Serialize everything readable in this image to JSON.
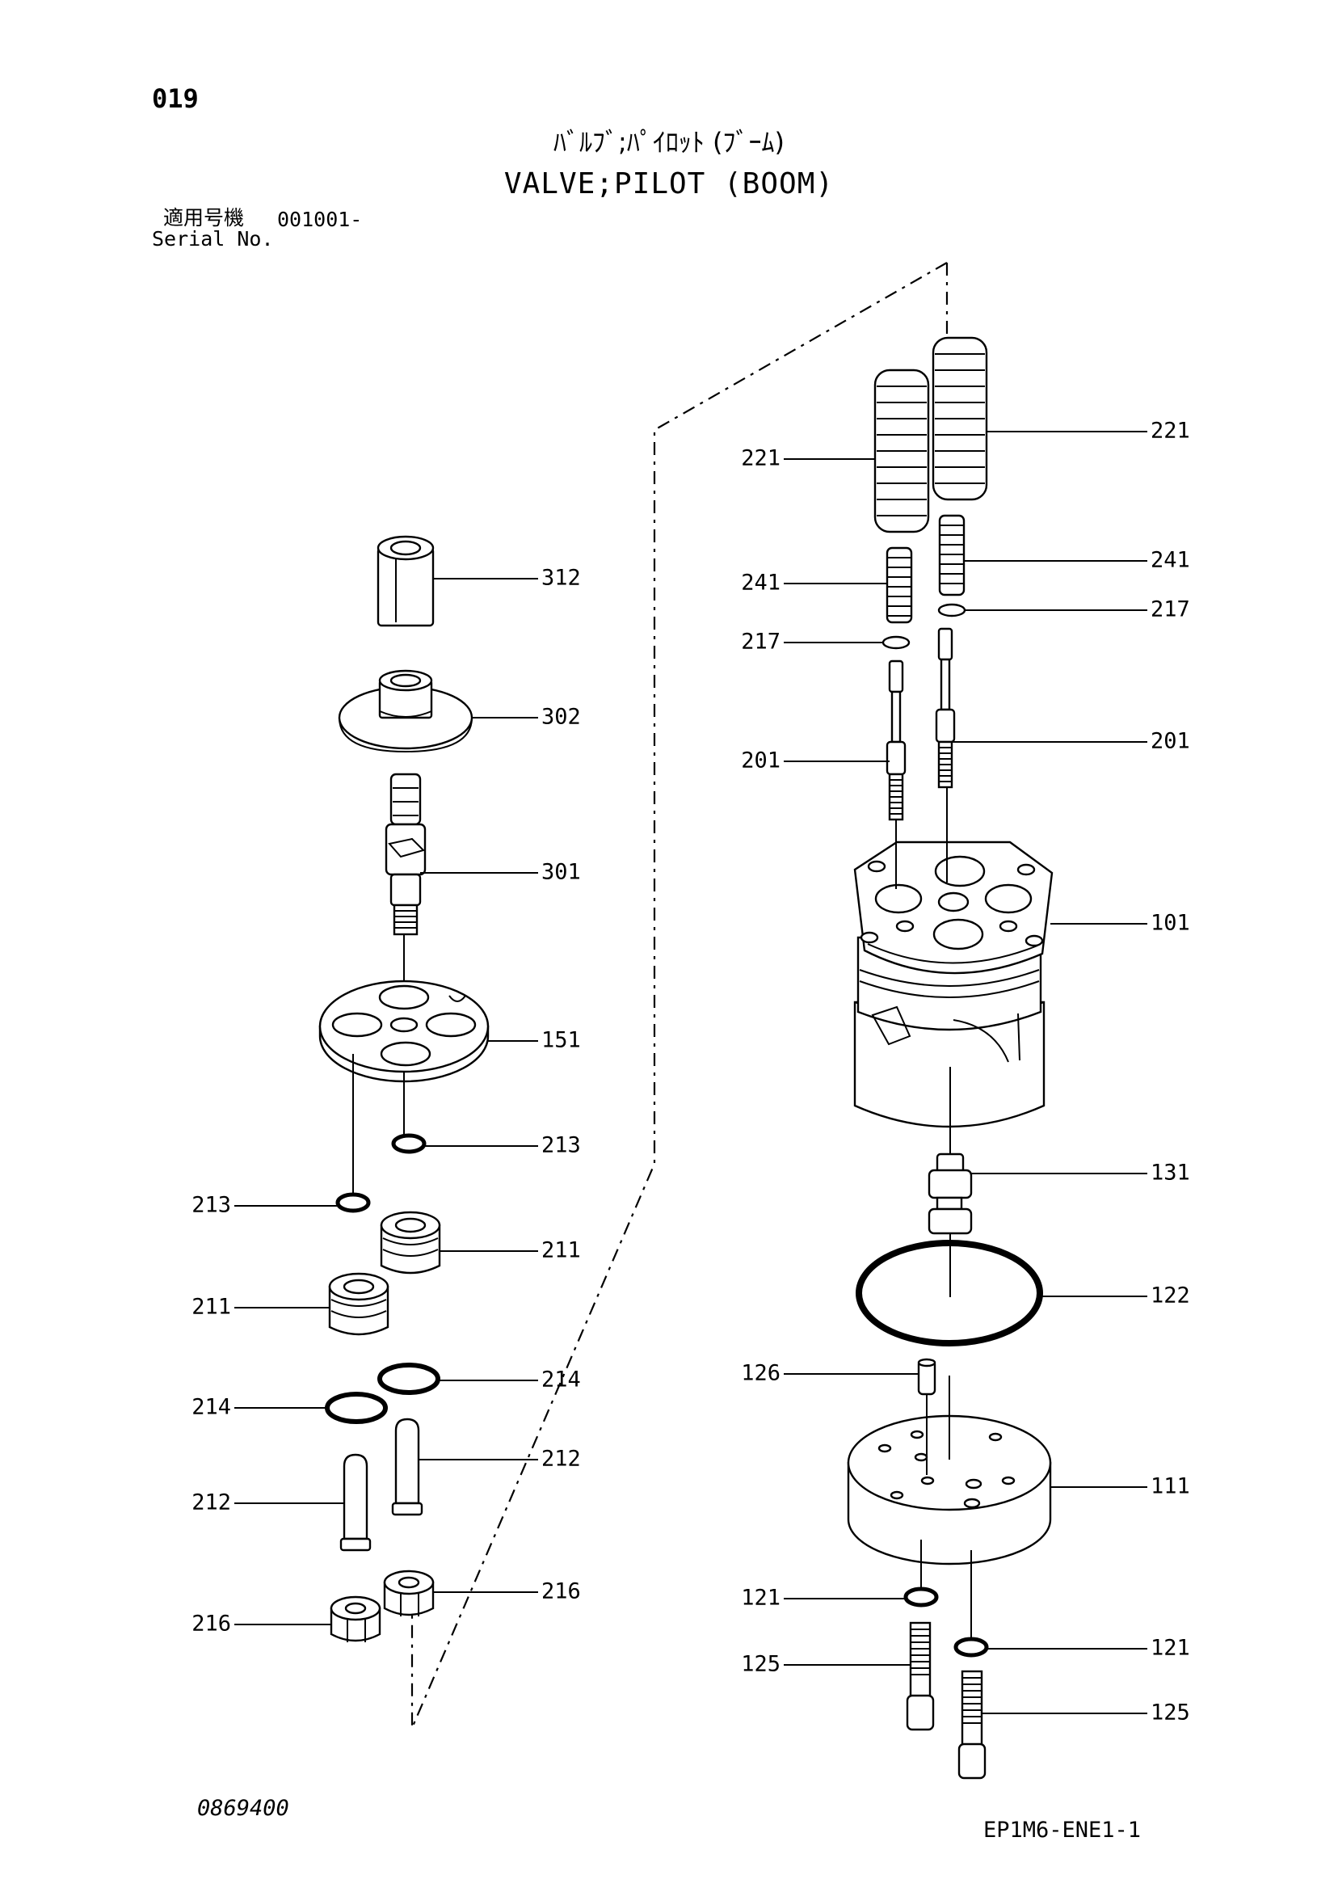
{
  "header": {
    "page_number": "019",
    "title_jp": "ﾊﾞﾙﾌﾞ;ﾊﾟｲﾛｯﾄ (ﾌﾞｰﾑ)",
    "title_en": "VALVE;PILOT (BOOM)",
    "applicable_label": "適用号機",
    "applicable_serial": "001001-",
    "serial_label": "Serial No."
  },
  "callouts": [
    {
      "id": "c-221-l",
      "label": "221"
    },
    {
      "id": "c-221-r",
      "label": "221"
    },
    {
      "id": "c-241-l",
      "label": "241"
    },
    {
      "id": "c-241-r",
      "label": "241"
    },
    {
      "id": "c-217-l",
      "label": "217"
    },
    {
      "id": "c-217-r",
      "label": "217"
    },
    {
      "id": "c-201-l",
      "label": "201"
    },
    {
      "id": "c-201-r",
      "label": "201"
    },
    {
      "id": "c-101",
      "label": "101"
    },
    {
      "id": "c-131",
      "label": "131"
    },
    {
      "id": "c-122",
      "label": "122"
    },
    {
      "id": "c-126",
      "label": "126"
    },
    {
      "id": "c-111",
      "label": "111"
    },
    {
      "id": "c-121-l",
      "label": "121"
    },
    {
      "id": "c-121-r",
      "label": "121"
    },
    {
      "id": "c-125-l",
      "label": "125"
    },
    {
      "id": "c-125-r",
      "label": "125"
    },
    {
      "id": "c-312",
      "label": "312"
    },
    {
      "id": "c-302",
      "label": "302"
    },
    {
      "id": "c-301",
      "label": "301"
    },
    {
      "id": "c-151",
      "label": "151"
    },
    {
      "id": "c-213-r",
      "label": "213"
    },
    {
      "id": "c-213-l",
      "label": "213"
    },
    {
      "id": "c-211-r",
      "label": "211"
    },
    {
      "id": "c-211-l",
      "label": "211"
    },
    {
      "id": "c-214-r",
      "label": "214"
    },
    {
      "id": "c-214-l",
      "label": "214"
    },
    {
      "id": "c-212-r",
      "label": "212"
    },
    {
      "id": "c-212-l",
      "label": "212"
    },
    {
      "id": "c-216-r",
      "label": "216"
    },
    {
      "id": "c-216-l",
      "label": "216"
    }
  ],
  "footer": {
    "drawing_number": "0869400",
    "sheet_code": "EP1M6-ENE1-1"
  }
}
